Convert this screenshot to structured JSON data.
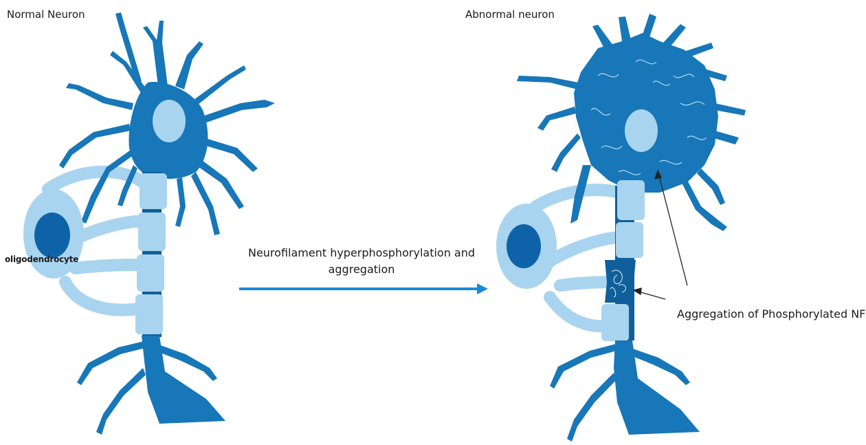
{
  "titles": {
    "normal": "Normal Neuron",
    "abnormal": "Abnormal neuron"
  },
  "labels": {
    "oligodendrocyte": "oligodendrocyte",
    "process": "Neurofilament hyperphosphorylation and aggregation",
    "aggregation": "Aggregation of Phosphorylated NF"
  },
  "colors": {
    "neuron_body": "#1777b8",
    "neuron_dark": "#0f5f9a",
    "myelin": "#a9d4ef",
    "nucleus": "#a9d4ef",
    "oligo_nucleus": "#0e63a8",
    "arrow": "#1b8ad6",
    "pointer": "#222222"
  }
}
